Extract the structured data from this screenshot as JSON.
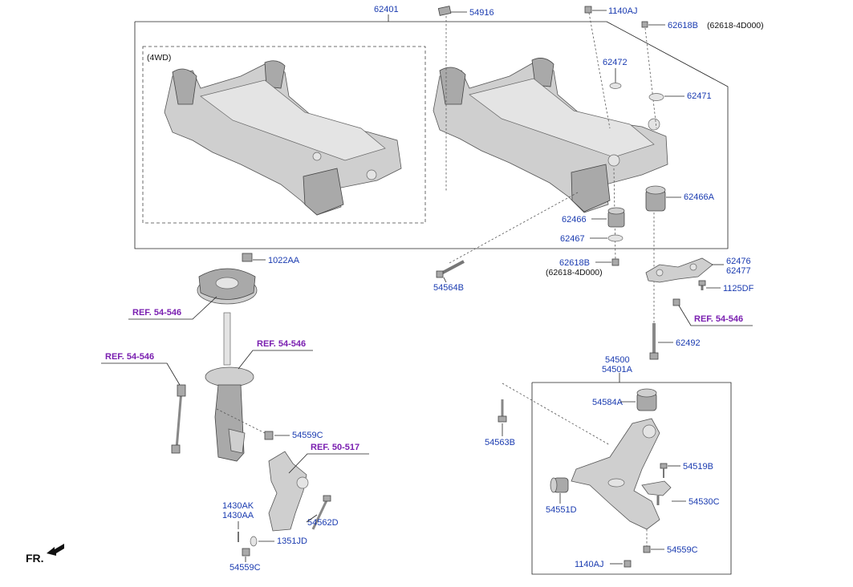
{
  "labels": {
    "l62401": "62401",
    "l54916": "54916",
    "l1140AJ_top": "1140AJ",
    "l62618B_top": "62618B",
    "l62618_4D000_top": "(62618-4D000)",
    "l4wd": "(4WD)",
    "l62472": "62472",
    "l62471": "62471",
    "l62466A": "62466A",
    "l62466": "62466",
    "l62467": "62467",
    "l62618B_bot": "62618B",
    "l62618_4D000_bot": "(62618-4D000)",
    "l54564B": "54564B",
    "l1022AA": "1022AA",
    "l62476": "62476",
    "l62477": "62477",
    "l1125DF": "1125DF",
    "ref_5454_a": "REF. 54-546",
    "ref_5454_b": "REF. 54-546",
    "ref_5454_c": "REF. 54-546",
    "ref_5454_d": "REF. 54-546",
    "ref_50517": "REF. 50-517",
    "l62492": "62492",
    "l54500": "54500",
    "l54501A": "54501A",
    "l54584A": "54584A",
    "l54563B": "54563B",
    "l54559C_mid": "54559C",
    "l54519B": "54519B",
    "l54530C": "54530C",
    "l54551D": "54551D",
    "l54562D": "54562D",
    "l1430AK": "1430AK",
    "l1430AA": "1430AA",
    "l1351JD": "1351JD",
    "l54559C_bot": "54559C",
    "l54559C_right": "54559C",
    "l1140AJ_bot": "1140AJ",
    "fr": "FR."
  }
}
